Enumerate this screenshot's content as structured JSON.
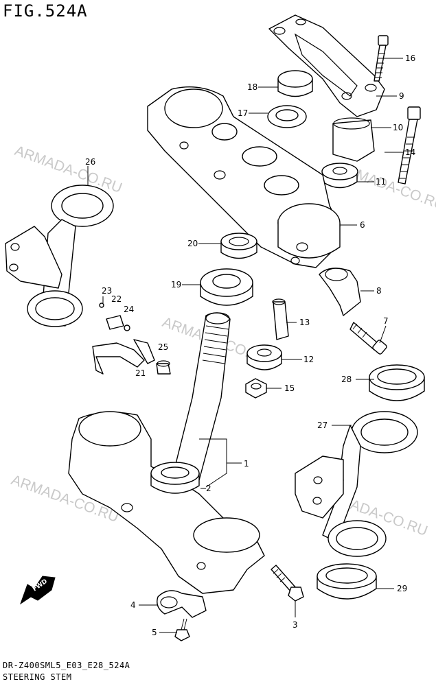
{
  "figure": {
    "title": "FIG.524A",
    "code": "DR-Z400SML5_E03_E28_524A",
    "name": "STEERING STEM"
  },
  "watermark": "ARMADA-CO.RU",
  "fwd_label": "FWD",
  "callouts": {
    "c1": "1",
    "c2": "2",
    "c3": "3",
    "c4": "4",
    "c5": "5",
    "c6": "6",
    "c7": "7",
    "c8": "8",
    "c9": "9",
    "c10": "10",
    "c11": "11",
    "c12": "12",
    "c13": "13",
    "c14": "14",
    "c15": "15",
    "c16": "16",
    "c17": "17",
    "c18": "18",
    "c19": "19",
    "c20": "20",
    "c21": "21",
    "c22": "22",
    "c23": "23",
    "c24": "24",
    "c25": "25",
    "c26": "26",
    "c27": "27",
    "c28": "28",
    "c29": "29"
  }
}
